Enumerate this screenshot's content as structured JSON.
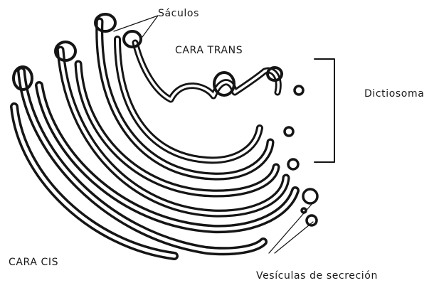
{
  "labels": {
    "saculos": "Sáculos",
    "cara_trans": "CARA TRANS",
    "dictiosoma": "Dictiosoma",
    "cara_cis": "CARA CIS",
    "vesiculas": "Vesículas de secreción"
  },
  "colors": {
    "ink": "#151515",
    "fill": "#ffffff"
  }
}
